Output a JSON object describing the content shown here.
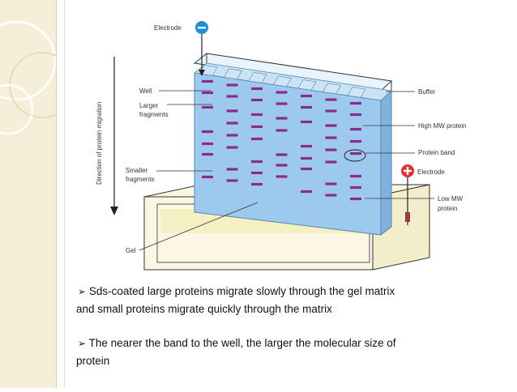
{
  "diagram": {
    "labels": {
      "electrode_top": "Electrode",
      "direction": "Direction of protein migration",
      "well": "Well",
      "larger_fragments_1": "Larger",
      "larger_fragments_2": "fragments",
      "smaller_fragments_1": "Smaller",
      "smaller_fragments_2": "fragments",
      "gel": "Gel",
      "buffer": "Buffer",
      "high_mw": "High MW protein",
      "protein_band": "Protein band",
      "electrode_right": "Electrode",
      "low_mw_1": "Low MW",
      "low_mw_2": "protein"
    },
    "colors": {
      "gel": "#9ec9ee",
      "band": "#8a2c8f",
      "buffer": "#f6f0c8",
      "electrode_neg": "#1a8fd8",
      "electrode_pos": "#e03030"
    },
    "lanes": 7
  },
  "text": {
    "bullet1_line1": "Sds-coated large proteins migrate slowly through the gel matrix",
    "bullet1_line2": "and small proteins migrate quickly through the matrix",
    "bullet2_line1": "The nearer the band to the well, the larger the molecular size of",
    "bullet2_line2": "protein",
    "bullet_symbol": "➢"
  }
}
